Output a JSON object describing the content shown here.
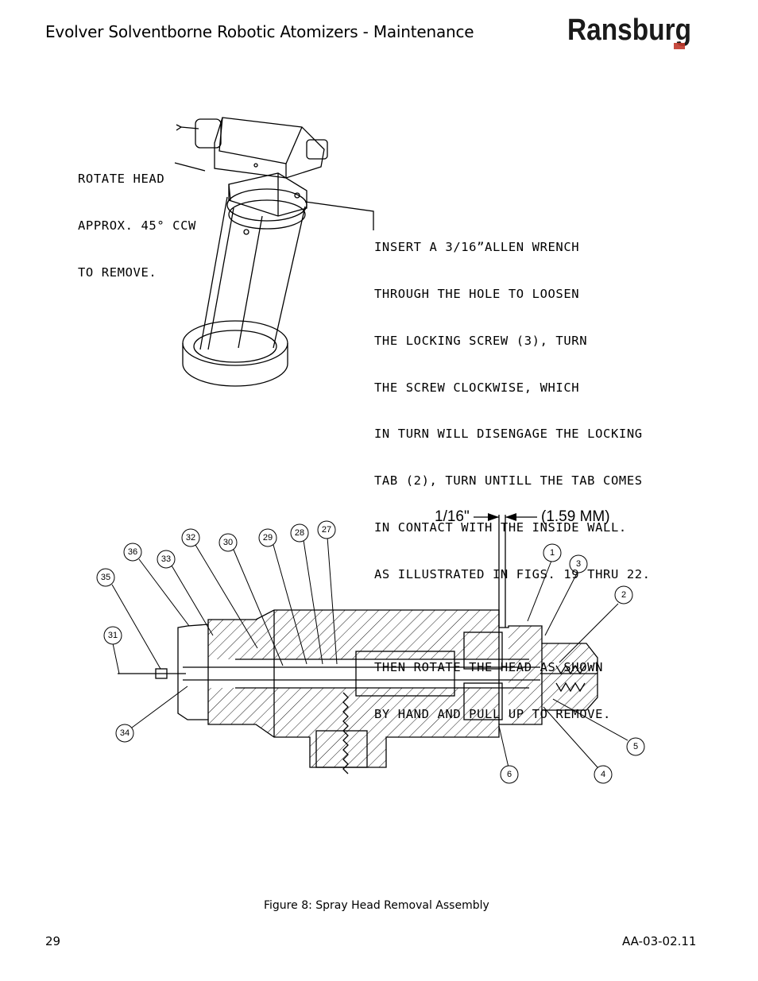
{
  "header": {
    "title": "Evolver Solventborne Robotic Atomizers - Maintenance",
    "brand_text": "Ransburg"
  },
  "figure_top": {
    "rotate_callout": [
      "ROTATE HEAD",
      "APPROX. 45° CCW",
      "TO REMOVE."
    ],
    "instruction_callout": [
      "INSERT A 3/16”ALLEN WRENCH",
      "THROUGH THE HOLE TO LOOSEN",
      "THE LOCKING SCREW (3), TURN",
      "THE SCREW CLOCKWISE, WHICH",
      "IN TURN WILL DISENGAGE THE LOCKING",
      "TAB (2), TURN UNTILL THE TAB COMES",
      "IN CONTACT WITH THE INSIDE WALL.",
      "AS ILLUSTRATED IN FIGS. 19 THRU 22.",
      "",
      "THEN ROTATE THE HEAD AS SHOWN",
      "BY HAND AND PULL UP TO REMOVE."
    ]
  },
  "figure_bottom": {
    "dimension_left": "1/16\"",
    "dimension_right": "(1.59 MM)",
    "balloons": [
      "36",
      "33",
      "32",
      "30",
      "29",
      "28",
      "27",
      "35",
      "31",
      "34",
      "1",
      "3",
      "2",
      "5",
      "4",
      "6"
    ]
  },
  "caption": "Figure 8:  Spray Head Removal Assembly",
  "footer": {
    "page_number": "29",
    "doc_code": "AA-03-02.11"
  },
  "colors": {
    "brand_dark": "#1a1a1a",
    "brand_red": "#c0392b"
  }
}
